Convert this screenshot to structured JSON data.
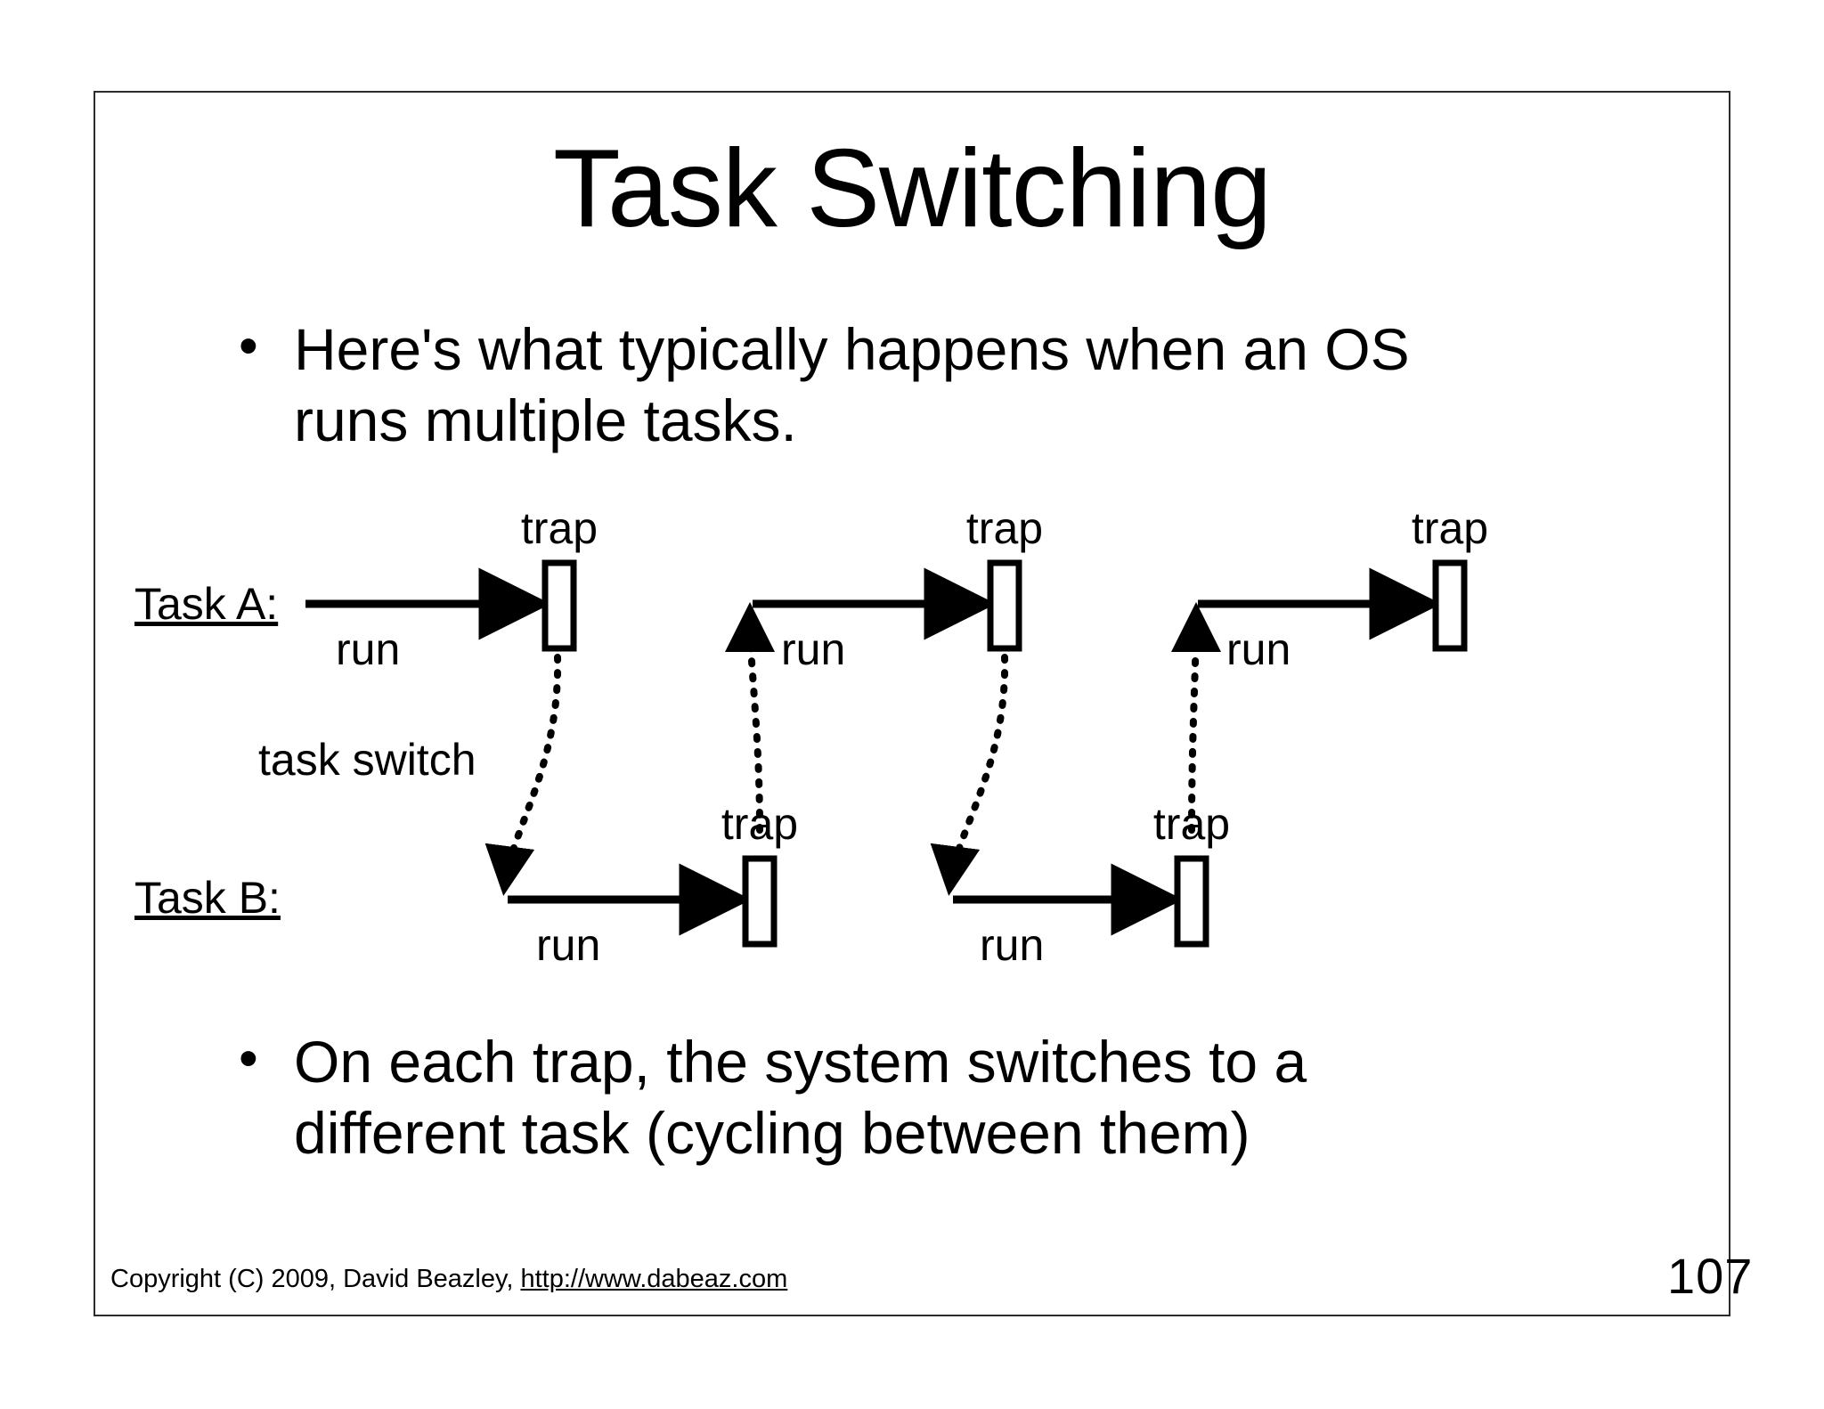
{
  "slide": {
    "title": "Task Switching",
    "page_number": "107",
    "footer": {
      "copyright": "Copyright (C) 2009,  David Beazley, ",
      "url": "http://www.dabeaz.com"
    },
    "bullets": [
      {
        "marker": "•",
        "text": "Here's what typically happens when an OS runs multiple tasks."
      },
      {
        "marker": "•",
        "text": "On each trap, the system switches to a different task (cycling between them)"
      }
    ]
  },
  "diagram": {
    "title": "task switching timeline",
    "lane_labels": {
      "task_a": "Task A:",
      "task_b": "Task B:"
    },
    "annotation": "task switch",
    "run_label": "run",
    "trap_label": "trap",
    "task_a_runs": [
      "run",
      "run",
      "run"
    ],
    "task_a_traps": [
      "trap",
      "trap",
      "trap"
    ],
    "task_b_runs": [
      "run",
      "run"
    ],
    "task_b_traps": [
      "trap",
      "trap"
    ],
    "colors": {
      "ink": "#000000",
      "frame": "#2b2b2b",
      "background": "#ffffff"
    }
  }
}
